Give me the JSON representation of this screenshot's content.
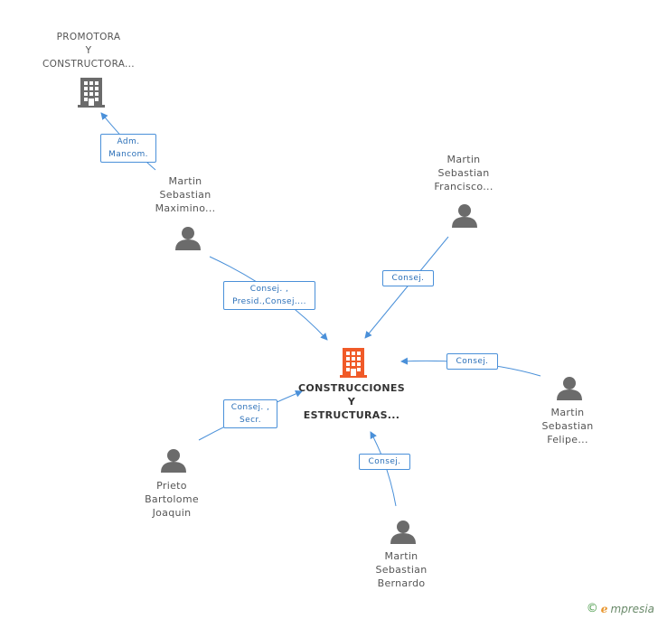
{
  "nodes": {
    "top_company": [
      "PROMOTORA",
      "Y",
      "CONSTRUCTORA..."
    ],
    "main_company": [
      "CONSTRUCCIONES",
      "Y",
      "ESTRUCTURAS..."
    ],
    "maximino": [
      "Martin",
      "Sebastian",
      "Maximino..."
    ],
    "francisco": [
      "Martin",
      "Sebastian",
      "Francisco..."
    ],
    "felipe": [
      "Martin",
      "Sebastian",
      "Felipe..."
    ],
    "bernardo": [
      "Martin",
      "Sebastian",
      "Bernardo"
    ],
    "joaquin": [
      "Prieto",
      "Bartolome",
      "Joaquin"
    ]
  },
  "edges": {
    "maximino_to_top": [
      "Adm.",
      "Mancom."
    ],
    "maximino_to_main": [
      "Consej. ,",
      "Presid.,Consej...."
    ],
    "francisco_to_main": [
      "Consej."
    ],
    "felipe_to_main": [
      "Consej."
    ],
    "bernardo_to_main": [
      "Consej."
    ],
    "joaquin_to_main": [
      "Consej. ,",
      "Secr."
    ]
  },
  "colors": {
    "edge": "#4a90d9",
    "person_icon": "#6b6b6b",
    "company_icon": "#6b6b6b",
    "main_company_icon": "#f05a28"
  },
  "brand": {
    "copyright": "©",
    "initial": "e",
    "name": "mpresia"
  }
}
